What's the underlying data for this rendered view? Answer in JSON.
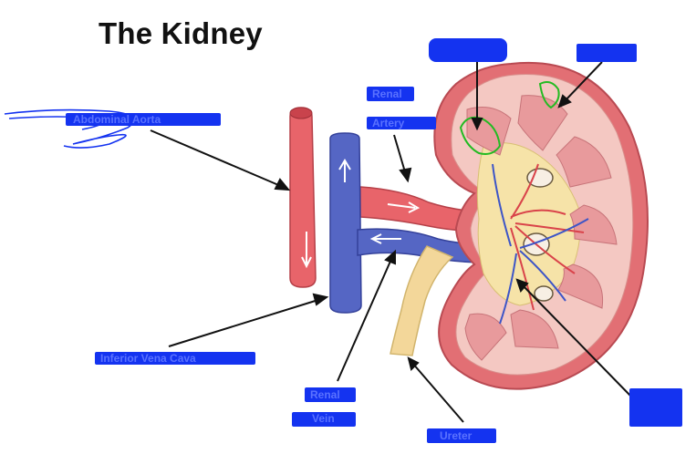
{
  "title": "The Kidney",
  "labels": {
    "abdominal_aorta": "Abdominal Aorta",
    "renal_artery_line1": "Renal",
    "renal_artery_line2": "Artery",
    "inferior_vena_cava": "Inferior Vena Cava",
    "renal_vein_line1": "Renal",
    "renal_vein_line2": "Vein",
    "ureter": "Ureter"
  },
  "colors": {
    "label_ink": "#1433f0",
    "artery": "#e8646a",
    "vein": "#5566c4",
    "kidney_outer": "#e26f74",
    "cortex": "#f4c8c2",
    "pelvis": "#f6e3a8",
    "ureter": "#f3d79a",
    "highlight": "#22bb22"
  }
}
